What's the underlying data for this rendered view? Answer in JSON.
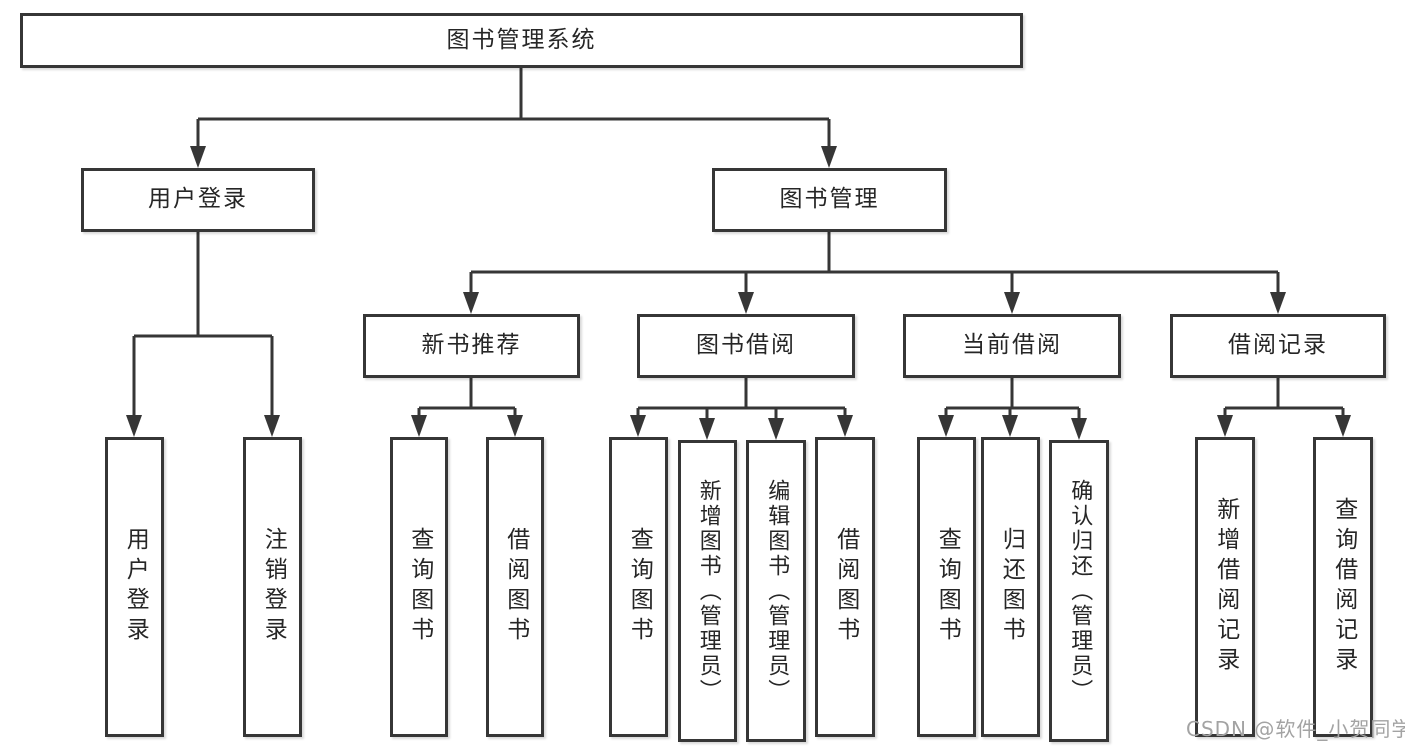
{
  "tree": {
    "label": "图书管理系统",
    "children": [
      {
        "label": "用户登录",
        "children": [
          {
            "label": "用户登录"
          },
          {
            "label": "注销登录"
          }
        ]
      },
      {
        "label": "图书管理",
        "children": [
          {
            "label": "新书推荐",
            "children": [
              {
                "label": "查询图书"
              },
              {
                "label": "借阅图书"
              }
            ]
          },
          {
            "label": "图书借阅",
            "children": [
              {
                "label": "查询图书"
              },
              {
                "label": "新增图书（管理员）"
              },
              {
                "label": "编辑图书（管理员）"
              },
              {
                "label": "借阅图书"
              }
            ]
          },
          {
            "label": "当前借阅",
            "children": [
              {
                "label": "查询图书"
              },
              {
                "label": "归还图书"
              },
              {
                "label": "确认归还（管理员）"
              }
            ]
          },
          {
            "label": "借阅记录",
            "children": [
              {
                "label": "新增借阅记录"
              },
              {
                "label": "查询借阅记录"
              }
            ]
          }
        ]
      }
    ]
  },
  "watermark": {
    "text": "CSDN @软件_小贺同学"
  },
  "colors": {
    "line": "#363636",
    "text": "#262626",
    "watermark": "#a3a3a3",
    "background": "#ffffff"
  }
}
